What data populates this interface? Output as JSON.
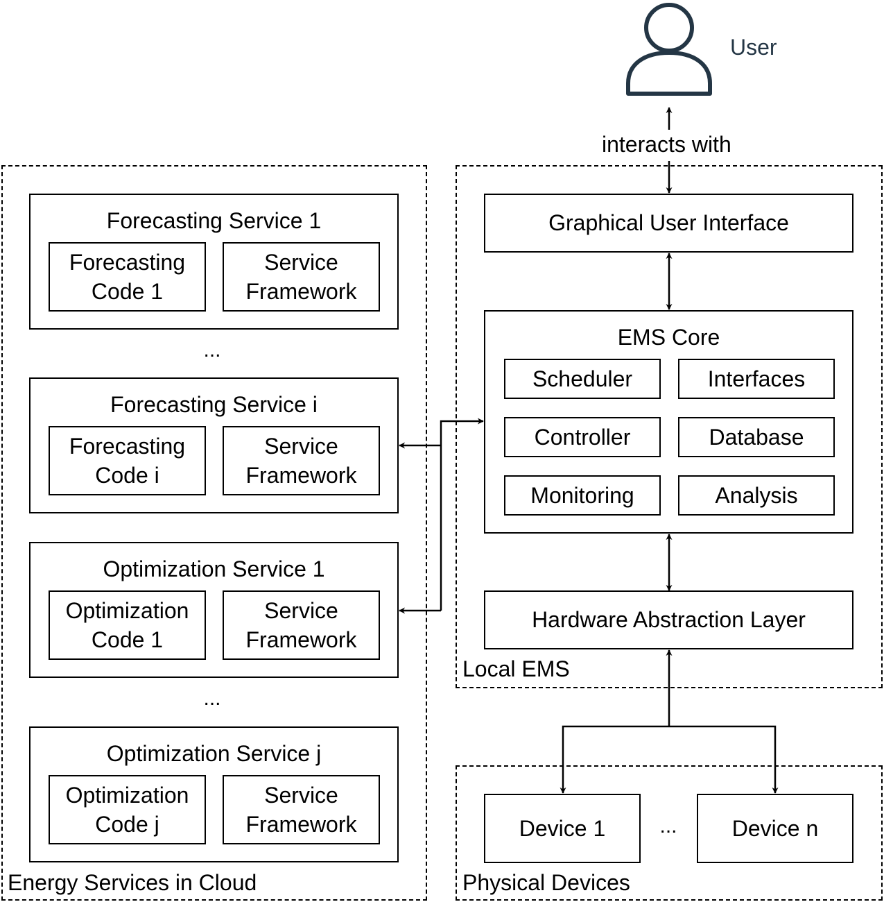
{
  "user": {
    "label": "User",
    "link_label": "interacts with"
  },
  "cloud": {
    "label": "Energy Services in Cloud",
    "ellipsis": "...",
    "services": [
      {
        "title": "Forecasting Service 1",
        "code": "Forecasting\nCode 1",
        "framework": "Service\nFramework"
      },
      {
        "title": "Forecasting Service i",
        "code": "Forecasting\nCode i",
        "framework": "Service\nFramework"
      },
      {
        "title": "Optimization Service 1",
        "code": "Optimization\nCode 1",
        "framework": "Service\nFramework"
      },
      {
        "title": "Optimization Service j",
        "code": "Optimization\nCode j",
        "framework": "Service\nFramework"
      }
    ]
  },
  "local_ems": {
    "label": "Local EMS",
    "gui": "Graphical User Interface",
    "core": {
      "title": "EMS Core",
      "modules": [
        "Scheduler",
        "Interfaces",
        "Controller",
        "Database",
        "Monitoring",
        "Analysis"
      ]
    },
    "hal": "Hardware Abstraction Layer"
  },
  "physical": {
    "label": "Physical Devices",
    "devices": [
      "Device 1",
      "Device n"
    ],
    "ellipsis": "..."
  }
}
